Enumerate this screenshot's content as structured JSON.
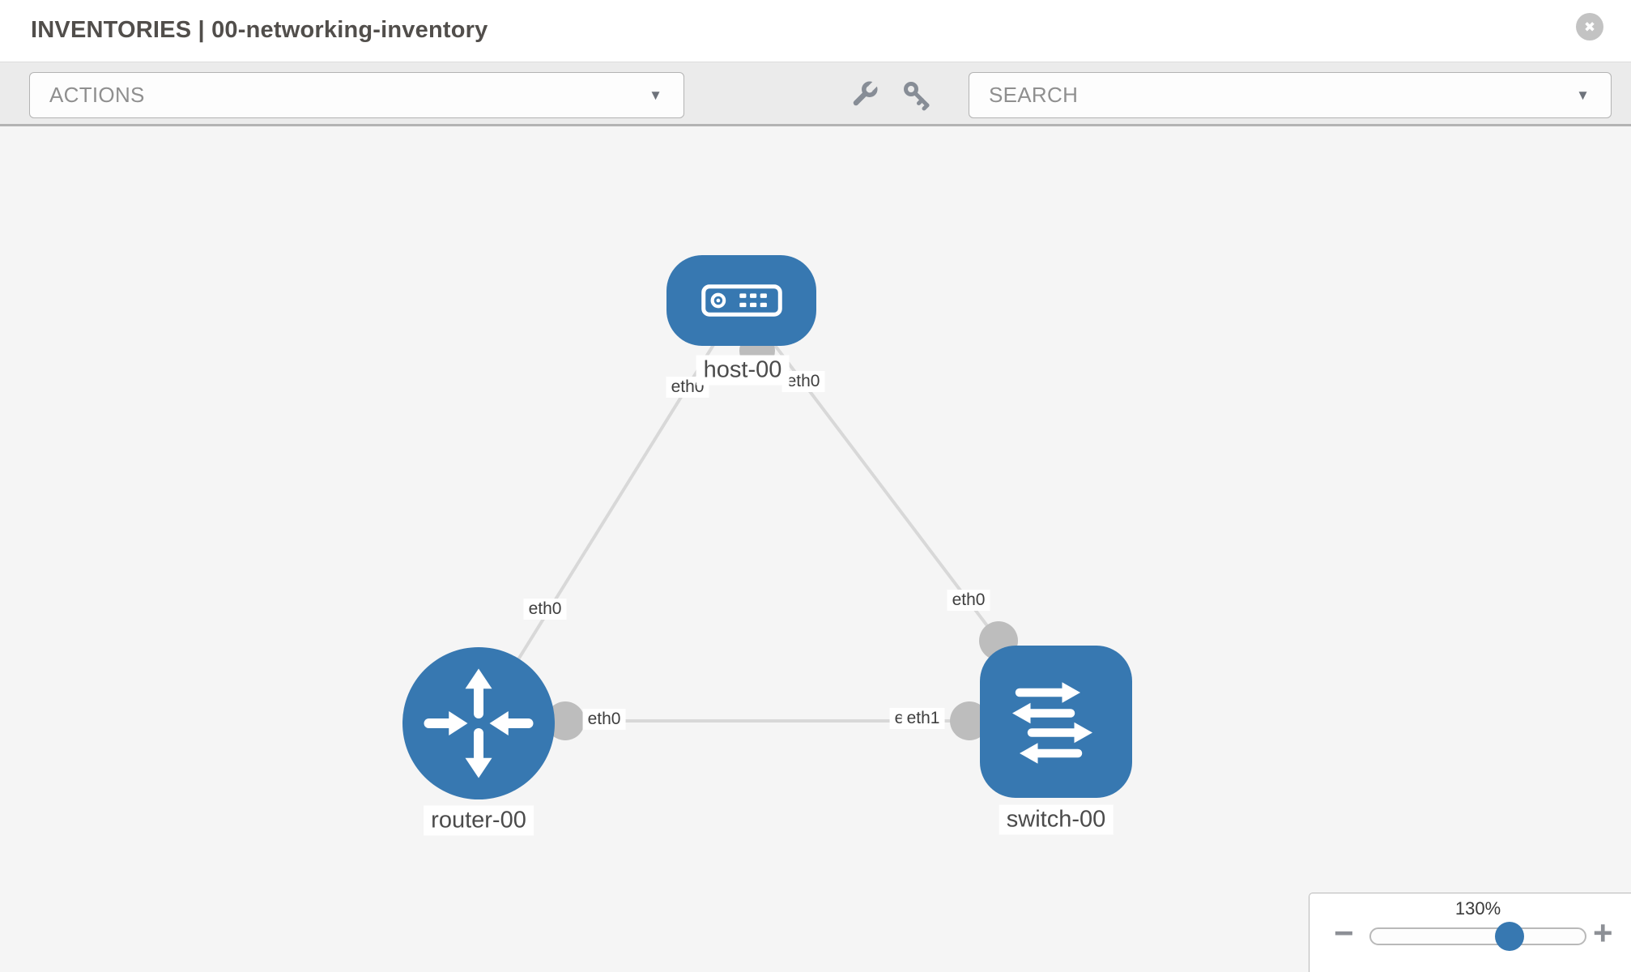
{
  "header": {
    "title": "INVENTORIES | 00-networking-inventory",
    "close_glyph": "✖"
  },
  "toolbar": {
    "actions_label": "ACTIONS",
    "search_label": "SEARCH",
    "caret_glyph": "▼",
    "icons": [
      "wrench-icon",
      "key-icon"
    ]
  },
  "topology": {
    "nodes": [
      {
        "id": "host-00",
        "label": "host-00",
        "type": "host",
        "icon": "host-icon"
      },
      {
        "id": "router-00",
        "label": "router-00",
        "type": "router",
        "icon": "router-icon"
      },
      {
        "id": "switch-00",
        "label": "switch-00",
        "type": "switch",
        "icon": "switch-icon"
      }
    ],
    "links": [
      {
        "from": "host-00",
        "from_interface": "eth0",
        "to": "router-00",
        "to_interface": "eth0"
      },
      {
        "from": "host-00",
        "from_interface": "eth0",
        "to": "switch-00",
        "to_interface": "eth0"
      },
      {
        "from": "router-00",
        "from_interface": "eth0",
        "to": "switch-00",
        "to_interface": "eth1"
      }
    ],
    "interface_labels": [
      "eth0",
      "eth0",
      "eth0",
      "eth0",
      "eth0",
      "eth0",
      "eth1"
    ]
  },
  "zoom_control": {
    "level": "130%",
    "minus_glyph": "−",
    "plus_glyph": "+"
  },
  "colors": {
    "node_blue": "#3778b1",
    "link_gray": "#d8d8d8",
    "stub_gray": "#bdbdbd",
    "toolbar_bg": "#ebebeb",
    "canvas_bg": "#f5f5f5"
  }
}
